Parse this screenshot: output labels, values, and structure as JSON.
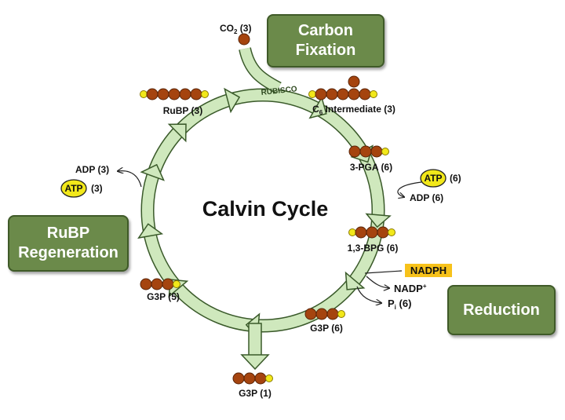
{
  "title": "Calvin Cycle",
  "phases": {
    "carbon_fixation": "Carbon\nFixation",
    "reduction": "Reduction",
    "regeneration": "RuBP\nRegeneration"
  },
  "enzyme": "RUBISCO",
  "molecules": {
    "co2_base": "CO",
    "co2_sub": "2",
    "co2_count": " (3)",
    "rubp": "RuBP (3)",
    "c6_base": "C",
    "c6_sub": "6",
    "c6_rest": " Intermediate (3)",
    "pga": "3-PGA (6)",
    "bpg": "1,3-BPG (6)",
    "g3p_6": "G3P (6)",
    "g3p_5": "G3P (5)",
    "g3p_1": "G3P (1)"
  },
  "cofactors": {
    "atp": "ATP",
    "atp_6": "(6)",
    "adp_6": "ADP (6)",
    "atp_3": "(3)",
    "adp_3": "ADP (3)",
    "nadph": "NADPH",
    "nadp_base": "NADP",
    "nadp_sup": "+",
    "pi_base": "P",
    "pi_sub": "i",
    "pi_count": " (6)"
  },
  "colors": {
    "carbon": "#a5440f",
    "phosphate": "#f2e81a",
    "arrow_fill": "#cfe8bd",
    "arrow_stroke": "#3a5a2a",
    "box_fill": "#6b8a4a",
    "nadph_highlight": "#f7c21b"
  }
}
